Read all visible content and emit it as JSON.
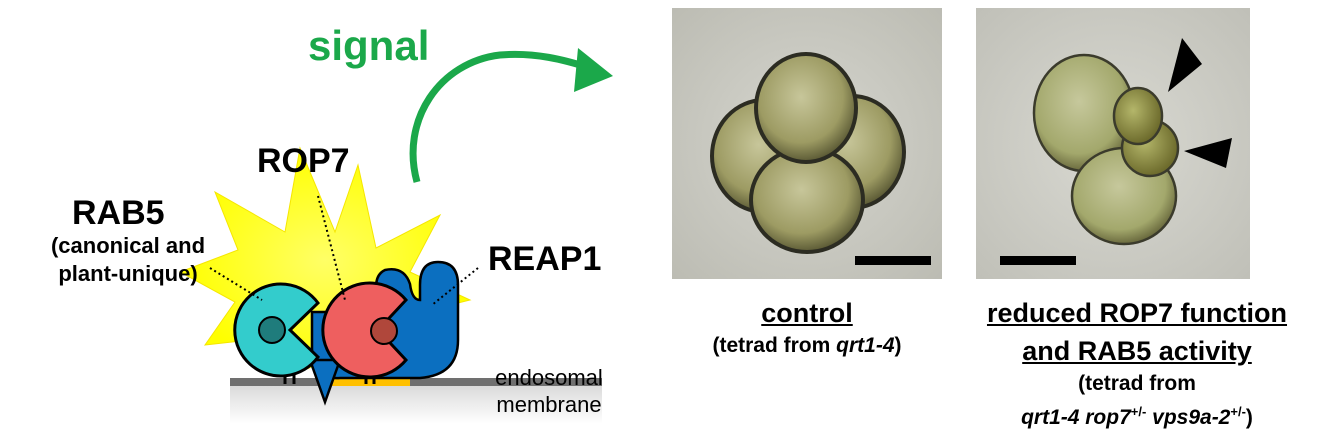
{
  "diagram": {
    "signal_label": "signal",
    "rop7_label": "ROP7",
    "rab5_label": "RAB5",
    "rab5_sub_line1": "(canonical and",
    "rab5_sub_line2": "plant-unique)",
    "reap1_label": "REAP1",
    "membrane_line1": "endosomal",
    "membrane_line2": "membrane"
  },
  "panels": {
    "control": {
      "title": "control",
      "sub_prefix": "(tetrad from ",
      "sub_italic": "qrt1-4",
      "sub_suffix": ")"
    },
    "reduced": {
      "title_line1": "reduced ROP7 function",
      "title_line2": "and RAB5 activity",
      "sub_line1": "(tetrad from",
      "genotype_a": "qrt1-4 rop7",
      "genotype_a_sup": "+/-",
      "genotype_b": " vps9a-2",
      "genotype_b_sup": "+/-",
      "genotype_end": ")"
    }
  },
  "colors": {
    "signal_green": "#1ba84a",
    "rab5_cyan": "#33cccc",
    "rop7_red": "#ee5f5f",
    "reap1_blue": "#0b6fc0",
    "burst_yellow": "#ffff00",
    "membrane_gray": "#707070",
    "membrane_yellow": "#ffc000"
  }
}
